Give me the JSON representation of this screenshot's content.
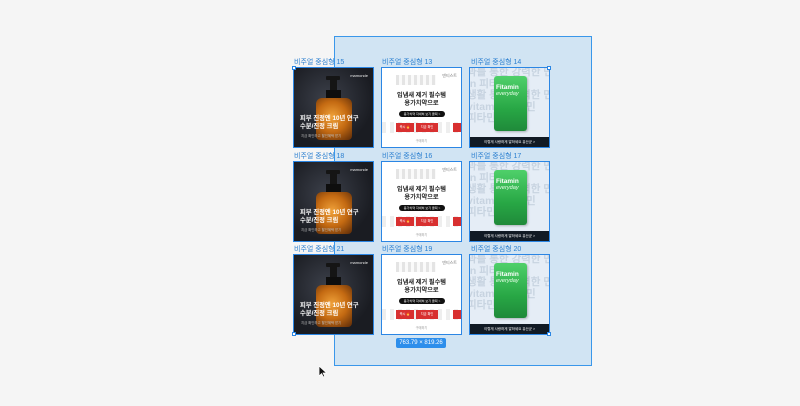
{
  "canvas": {
    "labels": {
      "f15": "비주얼 중심형 15",
      "f13": "비주얼 중심형 13",
      "f14": "비주얼 중심형 14",
      "f18": "비주얼 중심형 18",
      "f16": "비주얼 중심형 16",
      "f17": "비주얼 중심형 17",
      "f21": "비주얼 중심형 21",
      "f19": "비주얼 중심형 19",
      "f20": "비주얼 중심형 20"
    },
    "selection_size": "763.79 × 819.26"
  },
  "cards": {
    "serum": {
      "logo": "mamonde",
      "headline_1": "피부 진정엔 10년 연구",
      "headline_2": "수분/진정 크림",
      "sub": "지금 확인하고 할인혜택 받기"
    },
    "dental": {
      "logo": "덴티스트",
      "headline_1": "입냄새 제거 필수템",
      "headline_2": "용가치약으로",
      "button": "용가치약 자세히 보기 클릭 >",
      "red_1": "즉시 🔥",
      "red_2": "지금 확인",
      "footer": "구매하기"
    },
    "vitamin": {
      "pattern_line_1": "과를 통한 강력한 면비",
      "pattern_line_2": "in 피타민 비",
      "pattern_line_3": "생활 통한 강력한 면",
      "pattern_line_4": "vitamin 피타민",
      "pattern_line_5": "피타민 피타",
      "box_brand": "Fitamin",
      "box_sub": "everyday",
      "bar_text": "이렇게 사랑하게 말하세요 유산균 >"
    }
  },
  "colors": {
    "selection": "#2b86e4",
    "badge": "#2d8eeb",
    "canvas_bg": "#f5f5f5"
  }
}
